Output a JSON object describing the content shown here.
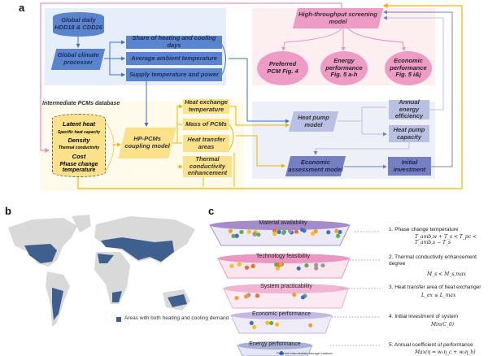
{
  "panel_labels": {
    "a": "a",
    "b": "b",
    "c": "c"
  },
  "panel_a": {
    "climate": {
      "source": "Global daily HDD18 & CDD26",
      "processor": "Global climate processer",
      "outputs": [
        "Share of heating and cooling days",
        "Average ambient temperature",
        "Supply temperature and power"
      ]
    },
    "screening": {
      "model": "High-throughput screening model",
      "results": [
        "Preferred PCM Fig. 4",
        "Energy performance Fig. 5 a-h",
        "Economic performance Fig. 5 i&j"
      ]
    },
    "database": {
      "title": "Intermediate PCMs database",
      "layers": [
        "Latent heat",
        "Specific heat capacity",
        "Density",
        "Thermal conductivity",
        "Cost",
        "Phase change temperature"
      ]
    },
    "coupling": {
      "model": "HP-PCMs coupling model",
      "outputs": [
        "Heat exchange temperature",
        "Mass of PCMs",
        "Heat transfer areas",
        "Thermal conductivity enhancement"
      ]
    },
    "heat_pump": {
      "model": "Heat pump model",
      "outputs": [
        "Annual energy efficiency",
        "Heat pump capacity"
      ],
      "economic_model": "Economic assessment model",
      "investment": "Initial investment"
    },
    "colors": {
      "climate": "#5b84cf",
      "database": "#fbe28a",
      "screening": "#ee9cc6",
      "heat_pump": "#b9c0e3",
      "economic": "#7480c2"
    }
  },
  "panel_b": {
    "legend": "Areas with both heating and cooling demand",
    "colors": {
      "region": "#3f5f8f",
      "land": "#d9d9d9"
    }
  },
  "panel_c": {
    "tiers": [
      "Material availability",
      "Technology feasibility",
      "System practicability",
      "Economic performance",
      "Energy performance"
    ],
    "criteria": [
      {
        "label": "1. Phase change temperature",
        "formula": "T_amb,w + T_s < T_pc < T_amb,s − T_s"
      },
      {
        "label": "2. Thermal conductivity enhancement degree",
        "formula": "M_s < M_s,max"
      },
      {
        "label": "3. Heat transfer area of heat exchanger",
        "formula": "L_ex ≤ L_max"
      },
      {
        "label": "4. Initial investment of system",
        "formula": "Min(C_0)"
      },
      {
        "label": "5. Annual coefficient of performance",
        "formula": "Max(η = w₁η_c + w₂η_h)"
      }
    ],
    "legend": "Potential intermediate storage material"
  }
}
